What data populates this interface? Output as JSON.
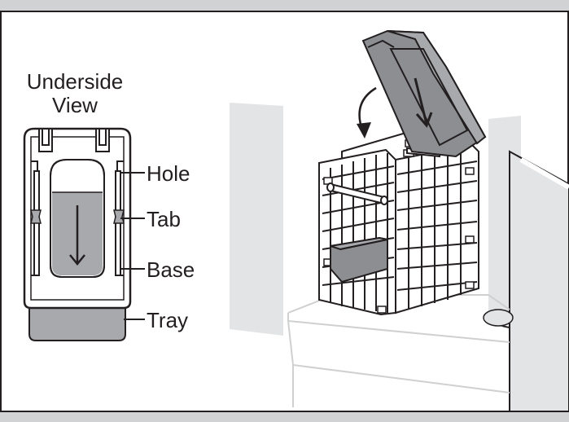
{
  "underside_view": {
    "title_line1": "Underside",
    "title_line2": "View",
    "callouts": {
      "hole": "Hole",
      "tab": "Tab",
      "base": "Base",
      "tray": "Tray"
    }
  },
  "colors": {
    "outline": "#231f20",
    "tray_fill": "#a7a9ac",
    "lid_fill": "#8c8e91",
    "panel_fill": "#e3e4e5",
    "counter_line": "#cfd0d1"
  }
}
